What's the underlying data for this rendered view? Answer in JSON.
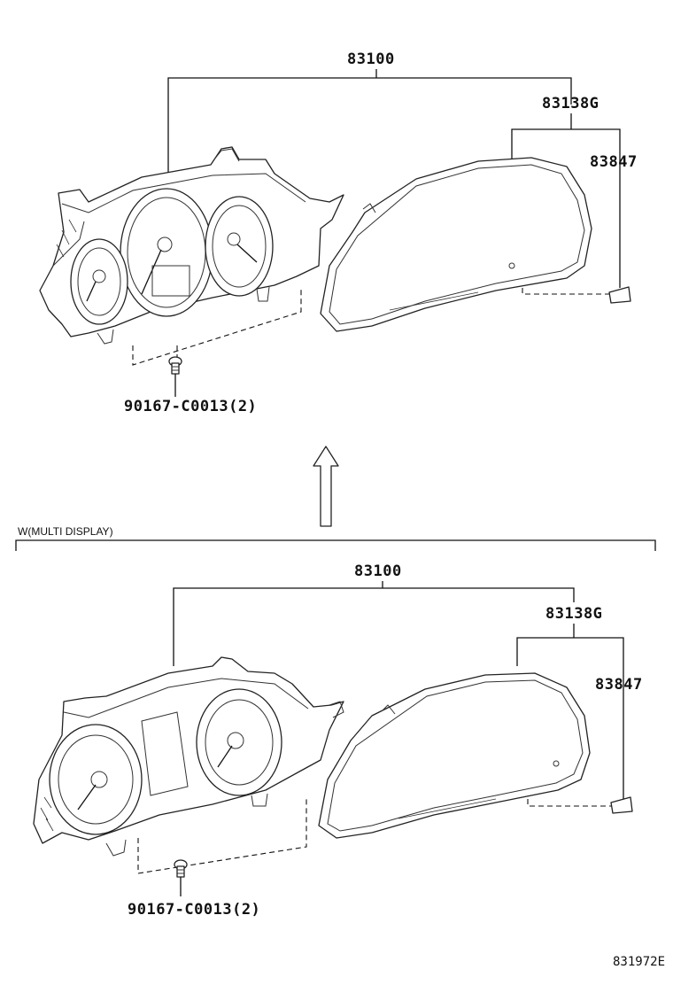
{
  "top_section": {
    "assembly_part": "83100",
    "lens_part": "83138G",
    "clip_part": "83847",
    "screw_part": "90167-C0013(2)"
  },
  "arrow": {
    "icon": "up-arrow-icon"
  },
  "bottom_section": {
    "variant_label": "W(MULTI DISPLAY)",
    "assembly_part": "83100",
    "lens_part": "83138G",
    "clip_part": "83847",
    "screw_part": "90167-C0013(2)"
  },
  "figure_ref": "831972E"
}
